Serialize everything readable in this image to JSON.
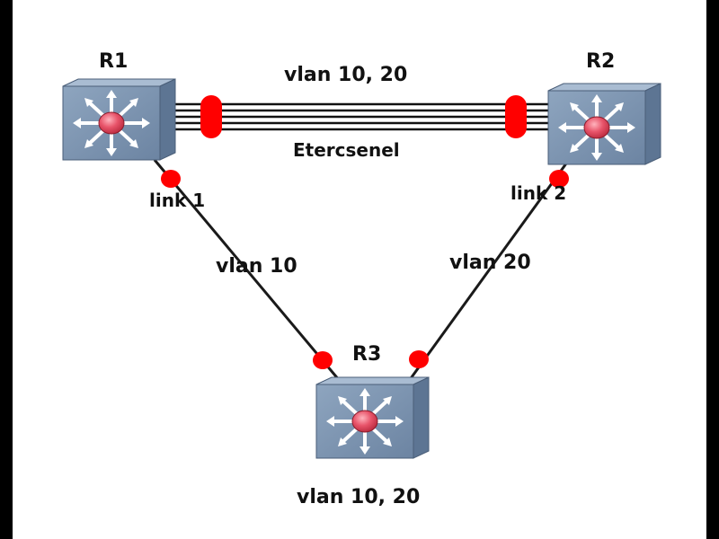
{
  "routers": [
    {
      "id": "r1",
      "name": "R1"
    },
    {
      "id": "r2",
      "name": "R2"
    },
    {
      "id": "r3",
      "name": "R3"
    }
  ],
  "labels": {
    "top_trunk": "vlan 10, 20",
    "etherchannel": "Etercsenel",
    "link1": "link 1",
    "link2": "link 2",
    "vlan_left": "vlan 10",
    "vlan_right": "vlan 20",
    "r3_vlans": "vlan 10, 20"
  },
  "colors": {
    "background": "#ffffff",
    "frame": "#000000",
    "router_face": "#7d95b1",
    "router_center": "#e8546a",
    "port_dot": "#ff0000",
    "line": "#1a1a1a"
  },
  "icons": {
    "router": "layer3-switch-icon",
    "port": "port-indicator-dot"
  }
}
